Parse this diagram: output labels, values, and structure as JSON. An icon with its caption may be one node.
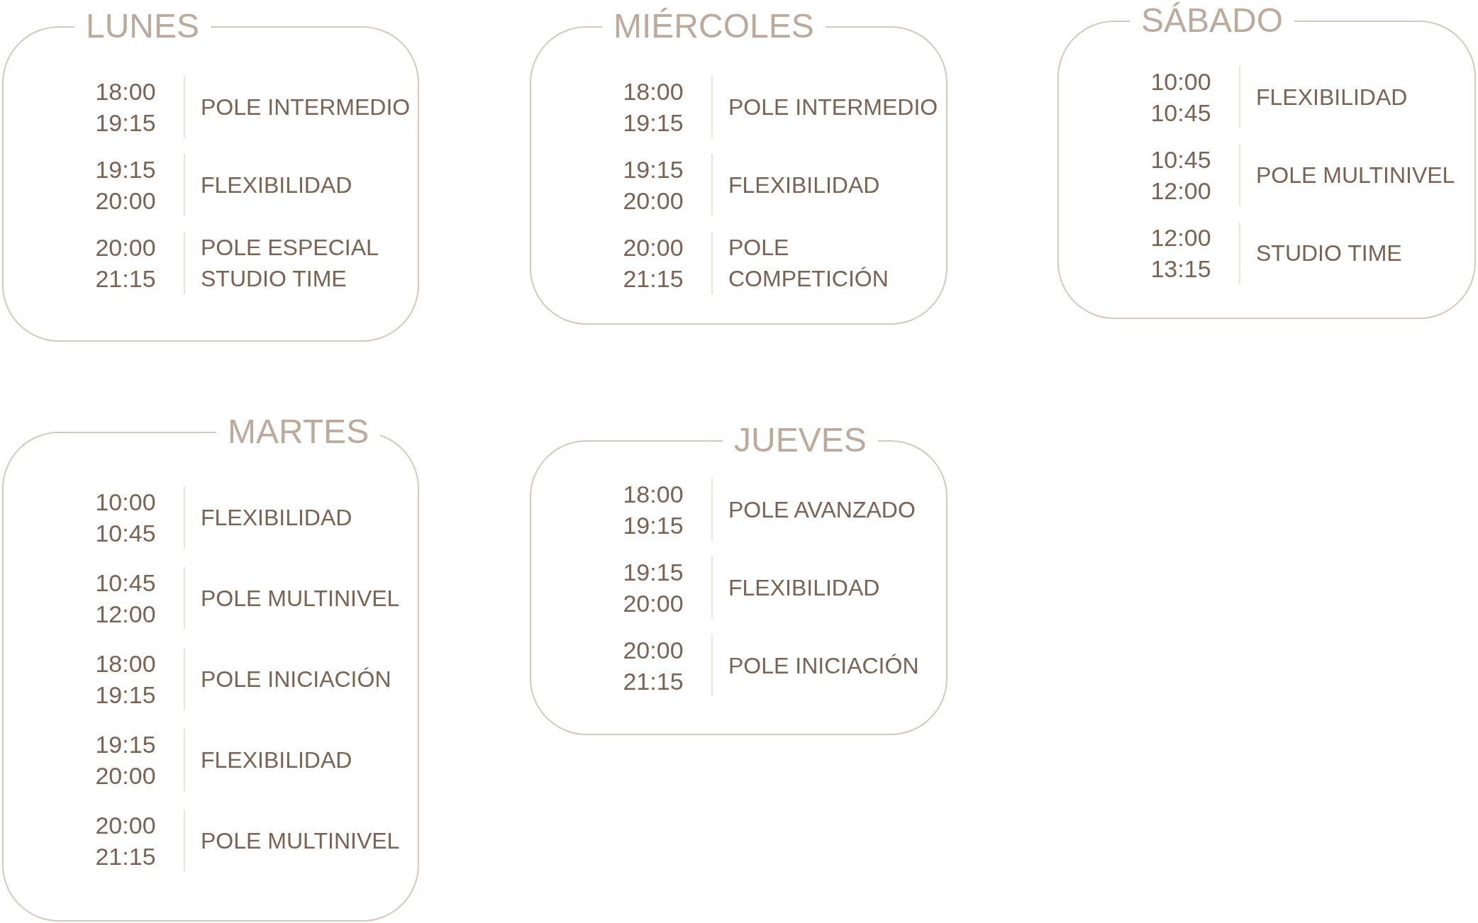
{
  "diagram": {
    "nodes": [
      {
        "text": [
          "LUNES",
          "18:00 19:15",
          "POLE INTERMEDIO",
          "19:15 20:00",
          "FLEXIBILIDAD",
          "20:00 21:15",
          "POLE ESPECIAL STUDIO TIME"
        ]
      },
      {
        "text": [
          "MIÉRCOLES",
          "18:00 19:15",
          "POLE INTERMEDIO",
          "19:15 20:00",
          "FLEXIBILIDAD",
          "20:00 21:15",
          "POLE COMPETICIÓN"
        ]
      },
      {
        "text": [
          "SÁBADO",
          "10:00 10:45",
          "FLEXIBILIDAD",
          "10:45 12:00",
          "POLE MULTINIVEL",
          "12:00 13:15",
          "STUDIO TIME"
        ]
      },
      {
        "text": [
          "MARTES",
          "10:00 10:45",
          "FLEXIBILIDAD",
          "10:45 12:00",
          "POLE MULTINIVEL",
          "18:00 19:15",
          "POLE INICIACIÓN",
          "19:15 20:00",
          "FLEXIBILIDAD",
          "20:00 21:15",
          "POLE MULTINIVEL"
        ]
      },
      {
        "text": [
          "JUEVES",
          "18:00 19:15",
          "POLE AVANZADO",
          "19:15 20:00",
          "FLEXIBILIDAD",
          "20:00 21:15",
          "POLE INICIACIÓN"
        ]
      }
    ]
  }
}
